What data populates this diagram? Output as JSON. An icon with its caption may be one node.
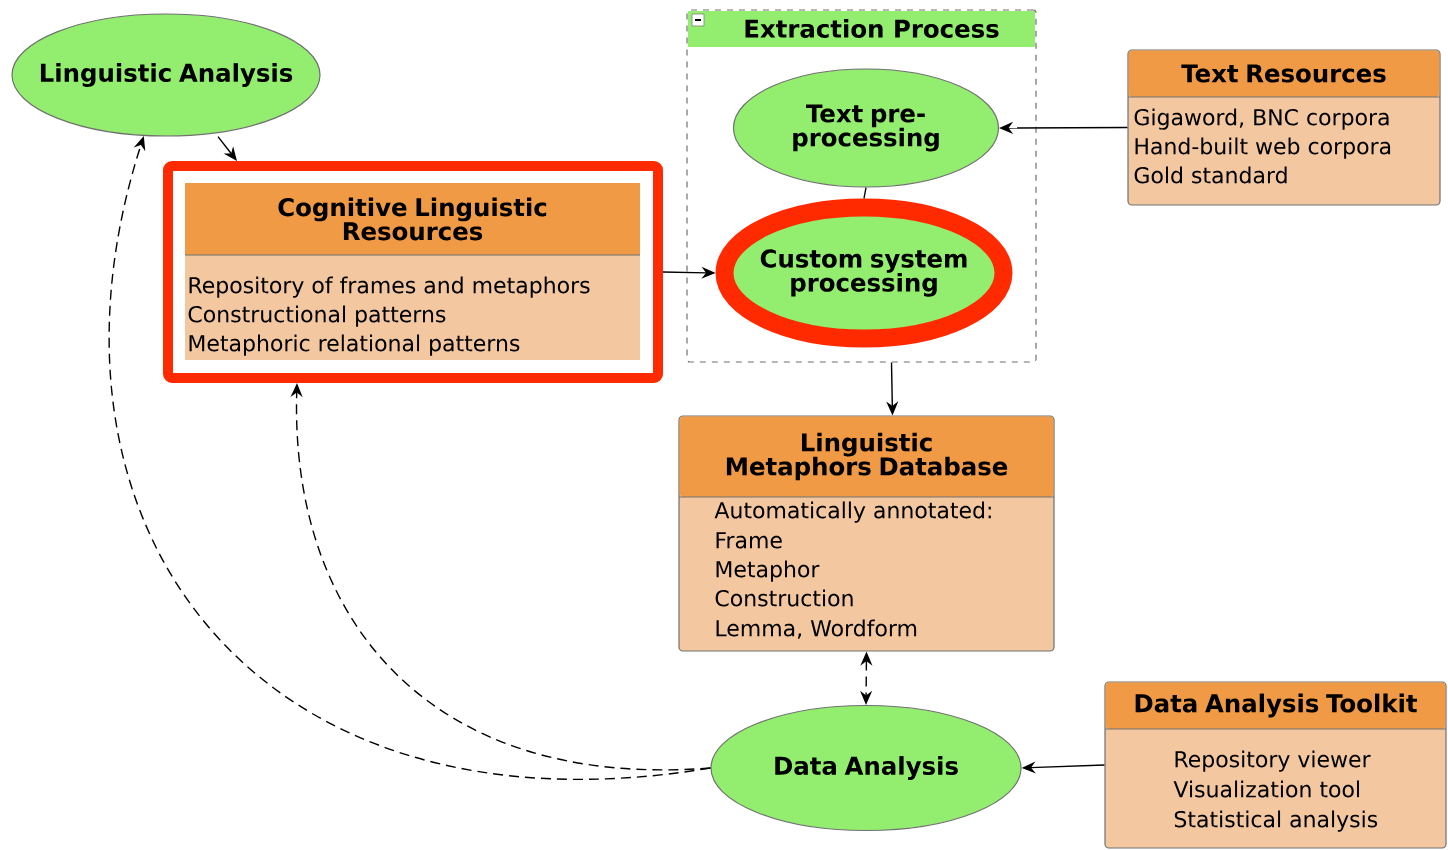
{
  "diagram": {
    "nodes": [
      {
        "text": [
          "Linguistic Analysis"
        ]
      },
      {
        "text": [
          "Cognitive Linguistic Resources",
          "Repository of frames and metaphors",
          "Constructional patterns",
          "Metaphoric relational patterns"
        ]
      },
      {
        "text": [
          "Extraction Process"
        ]
      },
      {
        "text": [
          "Text pre-processing"
        ],
        "in": 2
      },
      {
        "text": [
          "Custom system processing"
        ],
        "in": 2
      },
      {
        "text": [
          "Text Resources",
          "Gigaword, BNC corpora",
          "Hand-built web corpora",
          "Gold standard"
        ]
      },
      {
        "text": [
          "Linguistic Metaphors Database",
          "Automatically annotated:",
          "Frame",
          "Metaphor",
          "Construction",
          "Lemma, Wordform"
        ]
      },
      {
        "text": [
          "Data Analysis"
        ]
      },
      {
        "text": [
          "Data Analysis Toolkit",
          "Repository viewer",
          "Visualization tool",
          "Statistical analysis"
        ]
      }
    ],
    "edges": [
      {
        "from": 0,
        "to": 1,
        "arrow": "to"
      },
      {
        "from": 1,
        "to": 4,
        "arrow": "to"
      },
      {
        "from": 3,
        "to": 4,
        "arrow": "none"
      },
      {
        "from": 5,
        "to": 3,
        "arrow": "to"
      },
      {
        "from": 2,
        "to": 6,
        "arrow": "to"
      },
      {
        "from": 6,
        "to": 7,
        "arrow": "both",
        "style": "dashed"
      },
      {
        "from": 7,
        "to": 0,
        "arrow": "to",
        "style": "dashed"
      },
      {
        "from": 7,
        "to": 1,
        "arrow": "to",
        "style": "dashed"
      },
      {
        "from": 8,
        "to": 7,
        "arrow": "to"
      }
    ]
  }
}
